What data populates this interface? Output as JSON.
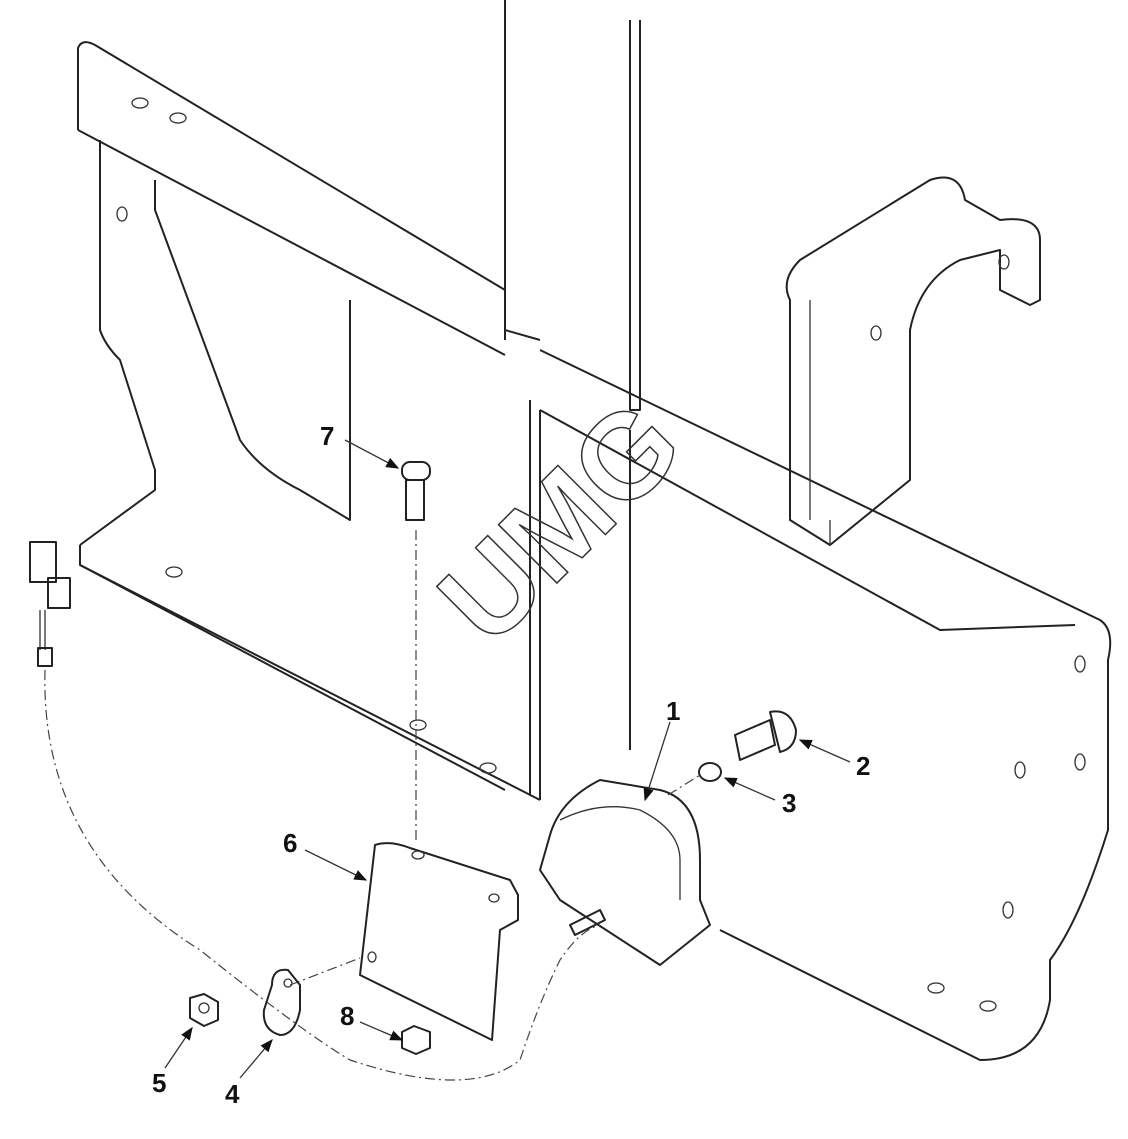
{
  "diagram": {
    "watermark": "UMG",
    "callouts": [
      {
        "id": "1",
        "label": "1",
        "part": "alarm"
      },
      {
        "id": "2",
        "label": "2",
        "part": "bolt"
      },
      {
        "id": "3",
        "label": "3",
        "part": "washer"
      },
      {
        "id": "4",
        "label": "4",
        "part": "clip"
      },
      {
        "id": "5",
        "label": "5",
        "part": "nut"
      },
      {
        "id": "6",
        "label": "6",
        "part": "bracket"
      },
      {
        "id": "7",
        "label": "7",
        "part": "bolt"
      },
      {
        "id": "8",
        "label": "8",
        "part": "nut"
      }
    ]
  }
}
